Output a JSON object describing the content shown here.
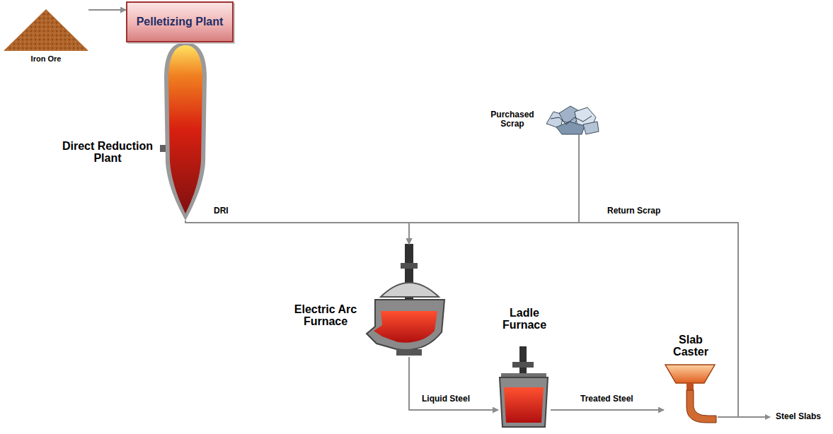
{
  "diagram": {
    "nodes": [
      {
        "text": [
          "Iron Ore"
        ]
      },
      {
        "text": [
          "Pelletizing Plant"
        ]
      },
      {
        "text": [
          "Direct Reduction Plant"
        ]
      },
      {
        "text": [
          "Purchased Scrap"
        ]
      },
      {
        "text": [
          "Electric Arc Furnace"
        ]
      },
      {
        "text": [
          "Ladle Furnace"
        ]
      },
      {
        "text": [
          "Slab Caster"
        ]
      }
    ],
    "edges": [
      {
        "from": 0,
        "to": 1,
        "arrow": "to"
      },
      {
        "from": 1,
        "to": 2,
        "arrow": "to"
      },
      {
        "from": 2,
        "to": 4,
        "label": "DRI",
        "arrow": "to"
      },
      {
        "from": 3,
        "to": 4,
        "arrow": "to"
      },
      {
        "from": 6,
        "to": 4,
        "label": "Return Scrap",
        "arrow": "to"
      },
      {
        "from": 4,
        "to": 5,
        "label": "Liquid Steel",
        "arrow": "to"
      },
      {
        "from": 5,
        "to": 6,
        "label": "Treated Steel",
        "arrow": "to"
      }
    ],
    "labels": [
      "Steel Slabs"
    ]
  }
}
